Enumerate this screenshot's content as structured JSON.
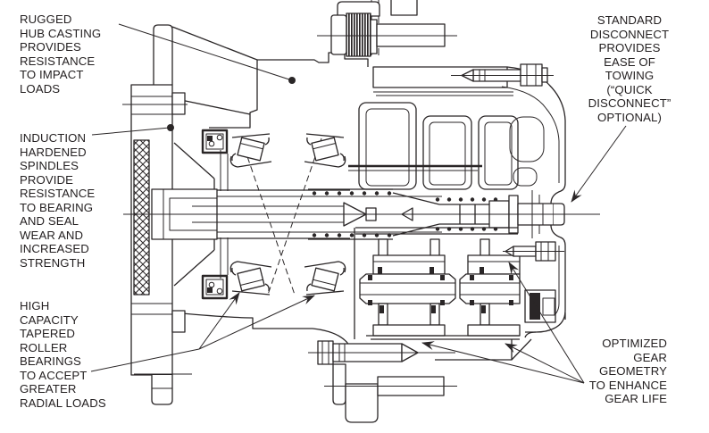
{
  "colors": {
    "line": "#2a2627",
    "text": "#231f20",
    "background": "#ffffff"
  },
  "annotations": [
    {
      "id": "rugged-hub-casting",
      "text": "RUGGED\nHUB CASTING\nPROVIDES\nRESISTANCE\nTO IMPACT\nLOADS"
    },
    {
      "id": "induction-hardened-spindles",
      "text": "INDUCTION\nHARDENED\nSPINDLES\nPROVIDE\nRESISTANCE\nTO BEARING\nAND SEAL\nWEAR AND\nINCREASED\nSTRENGTH"
    },
    {
      "id": "tapered-roller-bearings",
      "text": "HIGH\nCAPACITY\nTAPERED\nROLLER\nBEARINGS\nTO ACCEPT\nGREATER\nRADIAL LOADS"
    },
    {
      "id": "standard-disconnect",
      "text": "STANDARD\nDISCONNECT\nPROVIDES\nEASE OF\nTOWING\n(“QUICK\nDISCONNECT”\nOPTIONAL)"
    },
    {
      "id": "optimized-gear-geometry",
      "text": "OPTIMIZED\nGEAR\nGEOMETRY\nTO ENHANCE\nGEAR LIFE"
    }
  ]
}
